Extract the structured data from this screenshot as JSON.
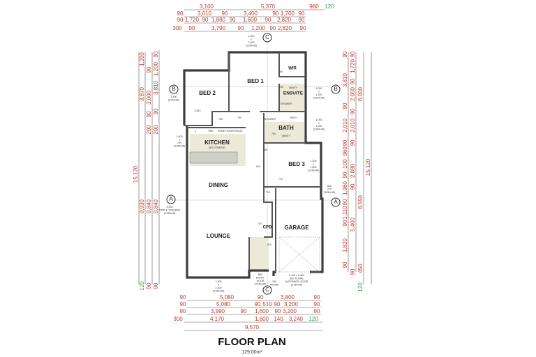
{
  "title": "FLOOR PLAN",
  "area": "129.00m²",
  "accent_colors": {
    "dimension": "#c0392b",
    "dimension_alt": "#2e9e4a",
    "wall": "#3d3d3d",
    "wet_area_tile": "#ece9d8"
  },
  "rooms": {
    "bed1": "BED 1",
    "bed2": "BED 2",
    "bed3": "BED 3",
    "wir": "WIR",
    "ensuite": "ENSUITE",
    "bath": "BATH",
    "kitchen": "KITCHEN",
    "kitchen_note": "(BY OTHERS)",
    "dining": "DINING",
    "lounge": "LOUNGE",
    "garage": "GARAGE",
    "cpd": "CPD"
  },
  "fixtures": {
    "vanity": "VANITY",
    "shower": "SHOWER",
    "bath": "BATH",
    "pantry": "PAN",
    "robe": "ROBE HOOD",
    "fridge": "FRIDGE",
    "f": "F"
  },
  "section_markers": {
    "a": "A",
    "b": "B",
    "c": "C"
  },
  "annotations": {
    "top_window": [
      "1,200",
      "x",
      "2,400",
      "(2190x45)"
    ],
    "bed2_window": [
      "1,800",
      "(2140x45)"
    ],
    "kitchen_window": [
      "1,600",
      "x",
      "700",
      "(2190x45)"
    ],
    "stacker": [
      "3,200",
      "TRIPLE STACKER",
      "(2190x45)"
    ],
    "ensuite_window": [
      "1,000",
      "x",
      "1,200",
      "(2140x45)"
    ],
    "bath_window": [
      "1,000",
      "x",
      "1,200",
      "(2140x45)"
    ],
    "bed3_window": [
      "1,200",
      "x",
      "1,800",
      "(2140x45)"
    ],
    "garage_door_side": [
      "600",
      "2LT",
      "(2990x45)"
    ],
    "lounge_window": [
      "1,200",
      "x",
      "2,400",
      "(2190x45)"
    ],
    "entry_door": [
      "850",
      "ENTRY",
      "DOOR",
      "(2140x45)"
    ],
    "frame": [
      "160",
      "FRAME"
    ],
    "garage_door": [
      "2,100 x 2,400",
      "SECTIONAL",
      "AUTOMATIC DOOR",
      "(2190x45)"
    ],
    "robe_2810": "2,810",
    "doors": [
      "760",
      "760",
      "760",
      "760",
      "760",
      "760",
      "810",
      "710",
      "710",
      "710",
      "810"
    ]
  },
  "dimensions": {
    "top": [
      [
        "3,100",
        "5,370",
        "980",
        "120"
      ],
      [
        "90",
        "3,010",
        "90",
        "3,400",
        "90",
        "1,700",
        "90"
      ],
      [
        "90",
        "1,720",
        "90",
        "1,880",
        "90",
        "1,600",
        "90",
        "2,820",
        "90"
      ],
      [
        "300",
        "90",
        "3,790",
        "90",
        "1,200",
        "90",
        "2,820",
        "90"
      ]
    ],
    "bottom": [
      [
        "90",
        "5,080",
        "90",
        "3,800",
        "90"
      ],
      [
        "90",
        "5,080",
        "90",
        "510",
        "90",
        "3,200",
        "90"
      ],
      [
        "90",
        "3,990",
        "90",
        "1,600",
        "90",
        "3,200",
        "90"
      ],
      [
        "300",
        "4,170",
        "1,600",
        "140",
        "3,240",
        "120"
      ],
      [
        "9,570"
      ]
    ],
    "left": [
      [
        "15,120"
      ],
      [
        "1,200",
        "3,870",
        "9,930",
        "120"
      ],
      [
        "90",
        "3,000",
        "90",
        "200",
        "9,840",
        "90"
      ],
      [
        "90",
        "1,200",
        "3,810",
        "90",
        "200",
        "9,840",
        "90"
      ]
    ],
    "right": [
      [
        "90",
        "3,810",
        "90",
        "2,010",
        "90",
        "960",
        "100",
        "90",
        "1,960",
        "90",
        "1,110",
        "90",
        "1,820",
        "90"
      ],
      [
        "90",
        "1,720",
        "90",
        "2,000",
        "90",
        "2,010",
        "90",
        "2,880",
        "90",
        "5,400",
        "90"
      ],
      [
        "6,000",
        "8,550",
        "450",
        "120"
      ],
      [
        "15,120"
      ]
    ]
  }
}
